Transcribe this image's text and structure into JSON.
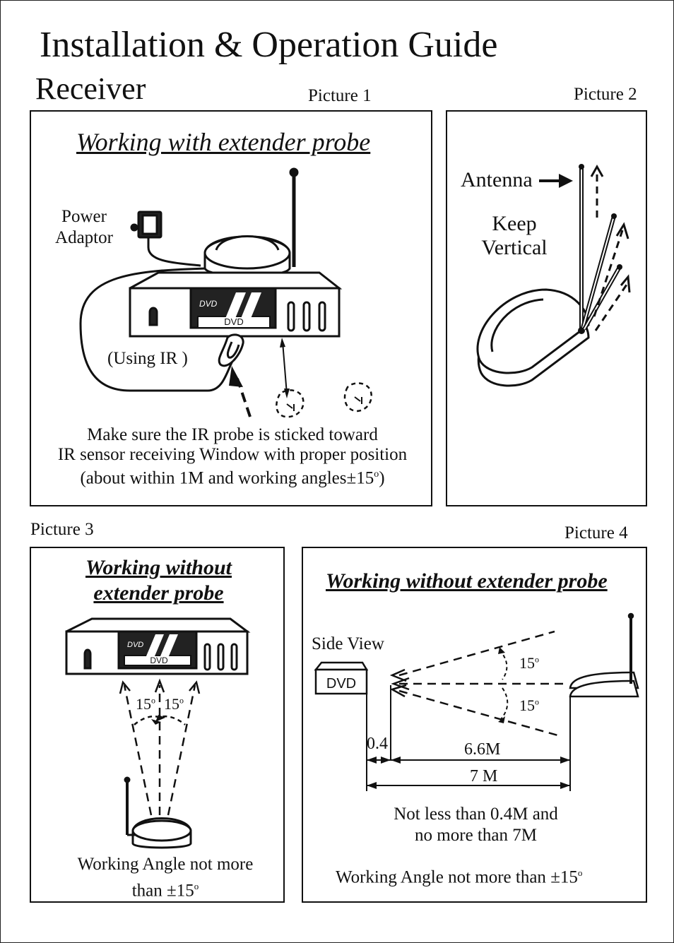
{
  "header": {
    "title": "Installation & Operation Guide",
    "subtitle": "Receiver"
  },
  "picture1": {
    "caption": "Picture 1",
    "title": "Working with extender probe",
    "power_adaptor_line1": "Power",
    "power_adaptor_line2": "Adaptor",
    "using_ir": "(Using IR )",
    "dvd_logo": "DVD",
    "dvd_label": "DVD",
    "note_line1": "Make sure the IR probe is sticked toward",
    "note_line2": "IR sensor receiving Window with proper position",
    "note_line3_prefix": "(about within 1M and working angles",
    "note_line3_value": "±15",
    "note_line3_sup": "o",
    "note_line3_suffix": ")"
  },
  "picture2": {
    "caption": "Picture 2",
    "antenna": "Antenna",
    "keep": "Keep",
    "vertical": "Vertical"
  },
  "picture3": {
    "caption": "Picture 3",
    "title_line1": "Working without",
    "title_line2": "extender probe",
    "dvd_logo": "DVD",
    "dvd_label": "DVD",
    "angle_left": "15",
    "angle_right": "15",
    "degree": "o",
    "note_line1": "Working Angle not more",
    "note_line2_prefix": "than ",
    "note_line2_value": "±15"
  },
  "picture4": {
    "caption": "Picture 4",
    "title": "Working without extender probe",
    "side_view": "Side View",
    "dvd_label": "DVD",
    "angle_top": "15",
    "angle_bottom": "15",
    "degree": "o",
    "dist_min": "0.4",
    "dist_mid": "6.6M",
    "dist_total": "7 M",
    "note_line1": "Not less than 0.4M and",
    "note_line2": "no more than 7M",
    "note_line3_prefix": "Working Angle not more than  ",
    "note_line3_value": "±15"
  },
  "colors": {
    "ink": "#111111",
    "paper": "#ffffff"
  }
}
